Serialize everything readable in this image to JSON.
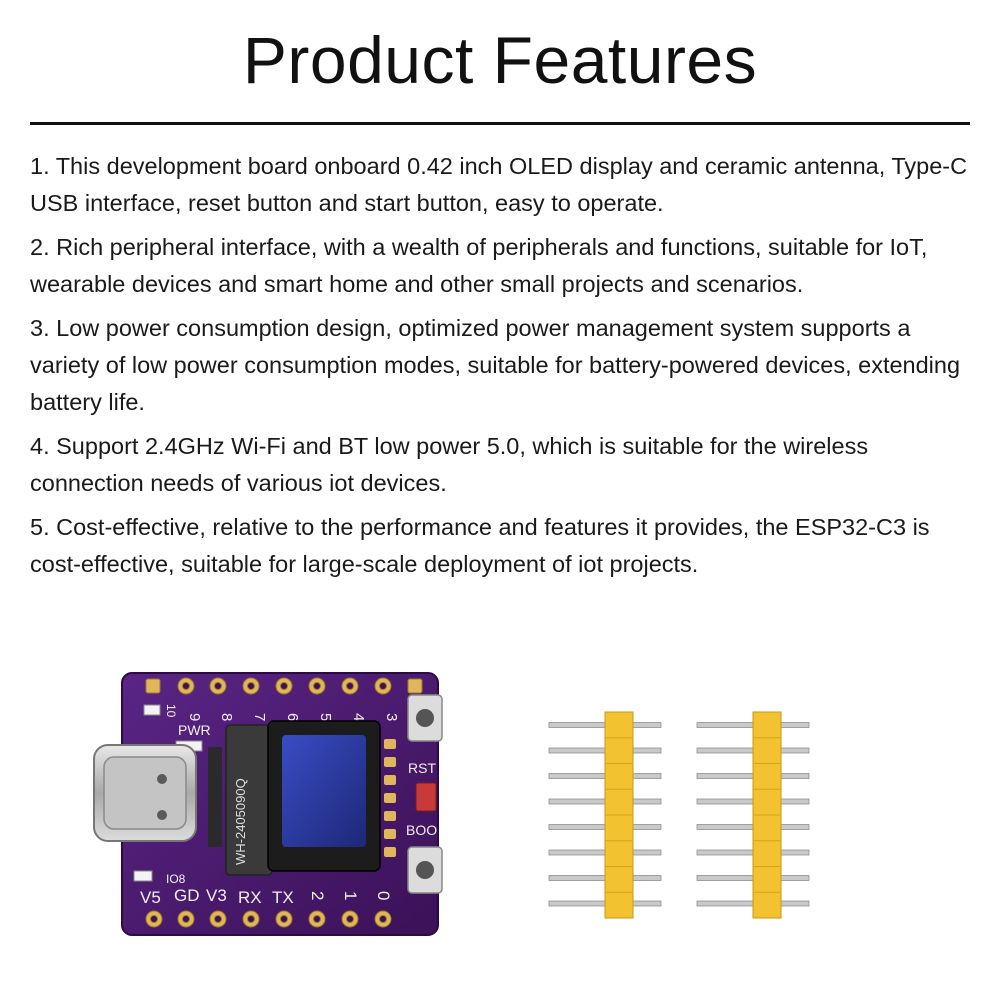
{
  "title": "Product Features",
  "features": [
    "1. This development board onboard 0.42 inch OLED display and ceramic antenna, Type-C USB interface, reset button and start button, easy to operate.",
    "2. Rich peripheral interface, with a wealth of peripherals and functions, suitable for IoT, wearable devices and smart home and other small projects and scenarios.",
    "3. Low power consumption design, optimized power management system supports a variety of low power consumption modes, suitable for battery-powered devices, extending battery life.",
    "4. Support 2.4GHz Wi-Fi and BT low power 5.0, which is suitable for the wireless connection needs of various iot devices.",
    "5. Cost-effective, relative to the performance and features it provides, the ESP32-C3 is cost-effective, suitable for large-scale deployment of iot projects."
  ],
  "board": {
    "top_pins": [
      "9",
      "8",
      "7",
      "6",
      "5",
      "4",
      "3"
    ],
    "bottom_pins": [
      "V5",
      "GD",
      "V3",
      "RX",
      "TX",
      "2",
      "1",
      "0"
    ],
    "pwr_label": "PWR",
    "io8_label": "IO8",
    "rst_label": "RST",
    "boot_label": "BOO",
    "antenna_text": "WH-2405090Q",
    "led_text": "10",
    "colors": {
      "pcb": "#4a1a6e",
      "oled": "#2b3a9c",
      "header": "#f2c230"
    }
  }
}
